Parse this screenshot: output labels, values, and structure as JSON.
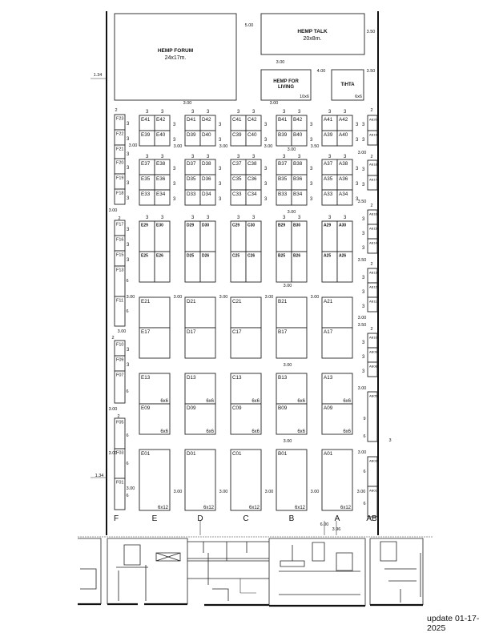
{
  "halls": {
    "hemp_forum": {
      "name": "HEMP FORUM",
      "size": "24x17m."
    },
    "hemp_talk": {
      "name": "HEMP TALK",
      "size": "20x8m."
    },
    "hemp_for_living": {
      "name_line1": "HEMP FOR",
      "name_line2": "LIVING",
      "size": "10x6"
    },
    "tihta": {
      "name": "TiHTA",
      "size": "6x6"
    }
  },
  "aisle_letters": [
    "F",
    "E",
    "D",
    "C",
    "B",
    "A",
    "AB"
  ],
  "booth_sizes": {
    "medium": "6x6",
    "large": "6x12"
  },
  "booth_depth_label": "3",
  "columns": [
    {
      "letter": "E",
      "small": [
        [
          "E41",
          "E42"
        ],
        [
          "E39",
          "E40"
        ],
        [
          "E37",
          "E38"
        ],
        [
          "E35",
          "E36"
        ],
        [
          "E33",
          "E34"
        ],
        [
          "E29",
          "E30"
        ],
        [
          "E25",
          "E26"
        ]
      ],
      "large": [
        "E21",
        "E17",
        "E13",
        "E09",
        "E01"
      ]
    },
    {
      "letter": "D",
      "small": [
        [
          "D41",
          "D42"
        ],
        [
          "D39",
          "D40"
        ],
        [
          "D37",
          "D38"
        ],
        [
          "D35",
          "D36"
        ],
        [
          "D33",
          "D34"
        ],
        [
          "D29",
          "D30"
        ],
        [
          "D25",
          "D26"
        ]
      ],
      "large": [
        "D21",
        "D17",
        "D13",
        "D09",
        "D01"
      ]
    },
    {
      "letter": "C",
      "small": [
        [
          "C41",
          "C42"
        ],
        [
          "C39",
          "C40"
        ],
        [
          "C37",
          "C38"
        ],
        [
          "C35",
          "C36"
        ],
        [
          "C33",
          "C34"
        ],
        [
          "C29",
          "C30"
        ],
        [
          "C25",
          "C26"
        ]
      ],
      "large": [
        "C21",
        "C17",
        "C13",
        "C09",
        "C01"
      ]
    },
    {
      "letter": "B",
      "small": [
        [
          "B41",
          "B42"
        ],
        [
          "B39",
          "B40"
        ],
        [
          "B37",
          "B38"
        ],
        [
          "B35",
          "B36"
        ],
        [
          "B33",
          "B34"
        ],
        [
          "B29",
          "B30"
        ],
        [
          "B25",
          "B26"
        ]
      ],
      "large": [
        "B21",
        "B17",
        "B13",
        "B09",
        "B01"
      ]
    },
    {
      "letter": "A",
      "small": [
        [
          "A41",
          "A42"
        ],
        [
          "A39",
          "A40"
        ],
        [
          "A37",
          "A38"
        ],
        [
          "A35",
          "A36"
        ],
        [
          "A33",
          "A34"
        ],
        [
          "A29",
          "A30"
        ],
        [
          "A25",
          "A26"
        ]
      ],
      "large": [
        "A21",
        "A17",
        "A13",
        "A09",
        "A01"
      ]
    }
  ],
  "f_booths": [
    "F23",
    "F22",
    "F21",
    "F20",
    "F19",
    "F18",
    "F17",
    "F16",
    "F15",
    "F13",
    "F11",
    "F10",
    "F09",
    "F07",
    "F05",
    "F03",
    "F01"
  ],
  "ab_booths": [
    "AB20",
    "AB19",
    "AB18",
    "AB17",
    "AB16",
    "AB15",
    "AB14",
    "AB13",
    "AB12",
    "AB11",
    "AB10",
    "AB09",
    "AB08",
    "AB05",
    "AB03",
    "AB01"
  ],
  "dimensions": [
    "5.00",
    "3.50",
    "1.34",
    "3.00",
    "4.00",
    "3.50",
    "3.00",
    "3.00",
    "1.34",
    "6.00",
    "3.96",
    "3",
    "3.00",
    "3.00",
    "3.00",
    "3.00",
    "3.50",
    "3.00",
    "3.00",
    "3.00",
    "3.00",
    "3.00",
    "3.00",
    "3.00",
    "3.00",
    "3.00",
    "3.00",
    "3.00",
    "3.00",
    "3.00",
    "3.00",
    "3.00",
    "3.00",
    "3.00",
    "3.00",
    "3.00",
    "3.00",
    "3.00",
    "3.50",
    "3.50",
    "3.00",
    "3.50",
    "3.00",
    "3.00",
    "2",
    "2",
    "2",
    "2",
    "2",
    "2",
    "2",
    "2",
    "2",
    "6",
    "6",
    "6",
    "6",
    "6",
    "6",
    "6",
    "9",
    "6",
    "6"
  ],
  "update_note": "update 01-17-2025"
}
